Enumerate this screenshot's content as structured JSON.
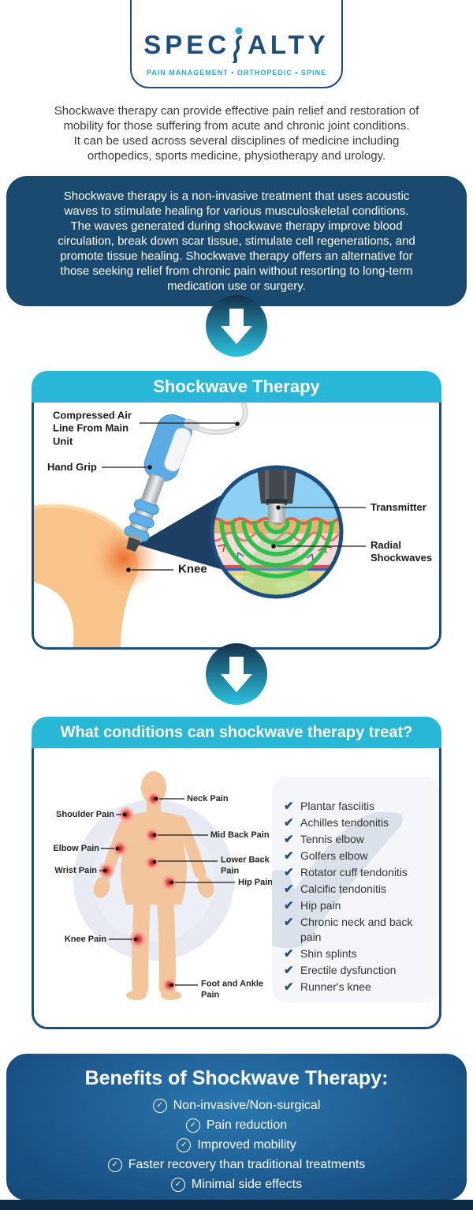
{
  "colors": {
    "navy": "#1d4e7e",
    "cyan_accent": "#29b7d8",
    "tagline_cyan": "#2aa9d2",
    "about_box_bg": "#1b4a70",
    "benefits_bg_center": "#2a77b0",
    "benefits_bg_edge": "#113c66",
    "footer_bar": "#0e2a44",
    "checklist_panel_bg": "#f5f6f9",
    "pain_dot_red": "#d9261a",
    "skin": "#f8c48a",
    "shockwave_green": "#2fbf4d"
  },
  "icons": {
    "check": "✔",
    "circle_check": "✓"
  },
  "logo": {
    "brand_left": "SPEC",
    "brand_right": "ALTY",
    "tagline": "PAIN MANAGEMENT • ORTHOPEDIC • SPINE"
  },
  "intro": {
    "lines": [
      "Shockwave therapy can provide effective pain relief and restoration of",
      "mobility for those suffering from acute and chronic joint conditions.",
      "It can be used across several disciplines of medicine including",
      "orthopedics, sports medicine, physiotherapy and urology."
    ]
  },
  "about": {
    "lines": [
      "Shockwave therapy is a non-invasive treatment that uses acoustic",
      "waves to stimulate healing for various musculoskeletal conditions.",
      "The waves generated during shockwave therapy improve blood",
      "circulation, break down scar tissue, stimulate cell regenerations, and",
      "promote tissue healing. Shockwave therapy offers an alternative for",
      "those seeking relief from chronic pain without resorting to long-term",
      "medication use or surgery."
    ]
  },
  "therapy_card": {
    "title": "Shockwave Therapy",
    "labels": {
      "air_line": "Compressed Air Line From Main Unit",
      "hand_grip": "Hand Grip",
      "knee": "Knee",
      "transmitter": "Transmitter",
      "radial": "Radial Shockwaves"
    }
  },
  "conditions_card": {
    "title": "What conditions can shockwave therapy treat?",
    "body_labels": {
      "neck": "Neck Pain",
      "shoulder": "Shoulder Pain",
      "mid_back": "Mid Back Pain",
      "elbow": "Elbow Pain",
      "lower_back": "Lower Back Pain",
      "wrist": "Wrist Pain",
      "hip": "Hip Pain",
      "knee": "Knee Pain",
      "foot": "Foot and Ankle Pain"
    },
    "checklist": [
      "Plantar fasciitis",
      "Achilles tendonitis",
      "Tennis elbow",
      "Golfers elbow",
      "Rotator cuff tendonitis",
      "Calcific tendonitis",
      "Hip pain",
      "Chronic neck and back pain",
      "Shin splints",
      "Erectile dysfunction",
      "Runner's knee"
    ]
  },
  "benefits": {
    "title": "Benefits of Shockwave Therapy:",
    "items": [
      "Non-invasive/Non-surgical",
      "Pain reduction",
      "Improved mobility",
      "Faster recovery than traditional treatments",
      "Minimal side effects"
    ]
  }
}
